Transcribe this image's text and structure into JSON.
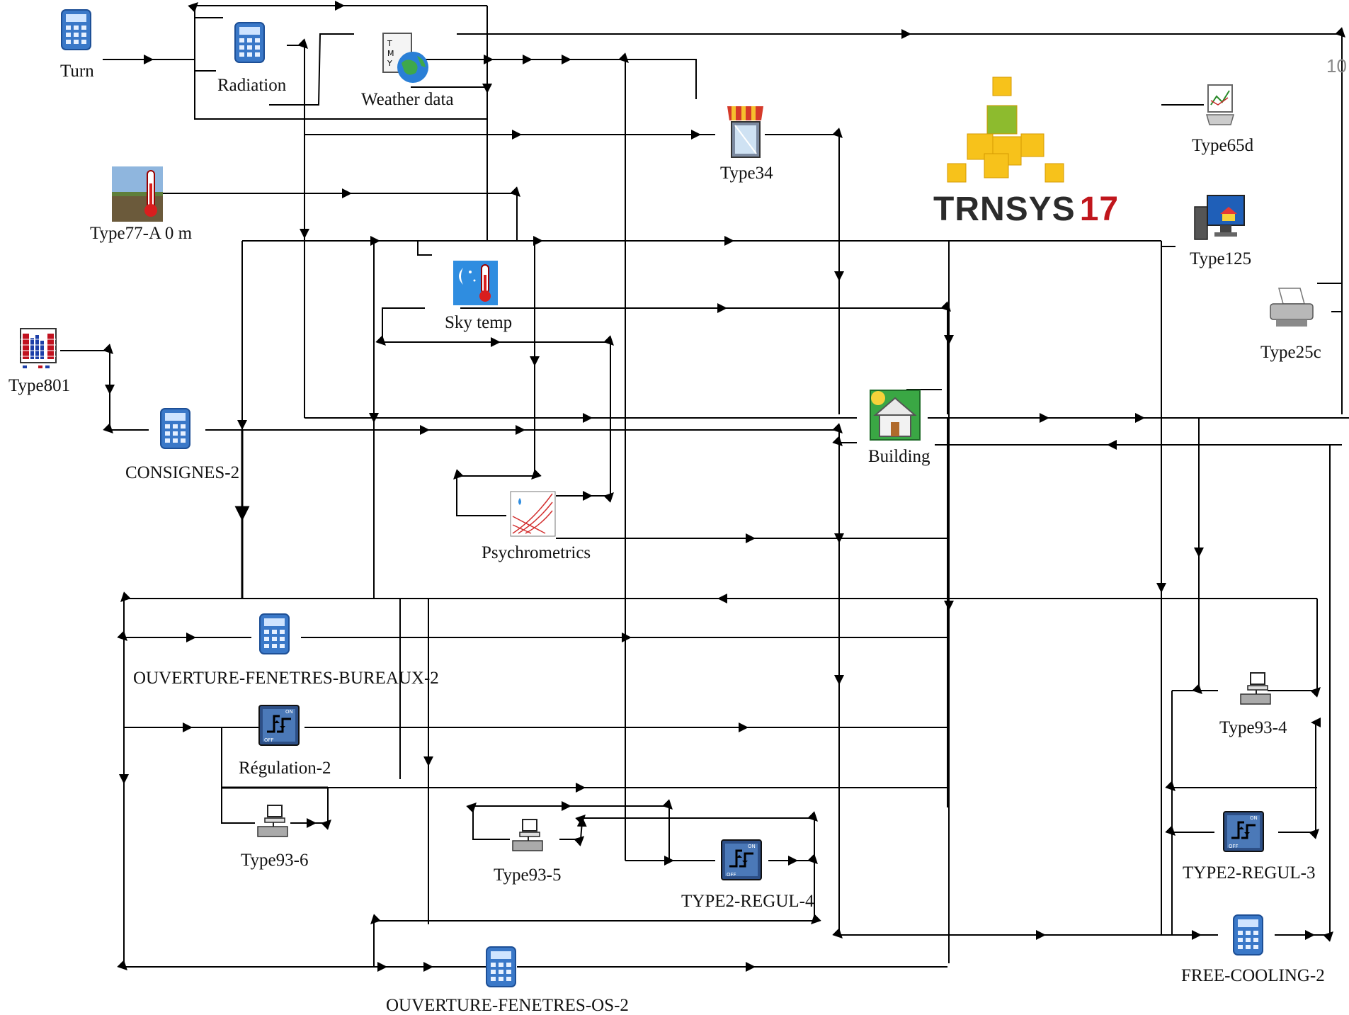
{
  "page_number": "10",
  "logo": {
    "name": "TRNSYS",
    "version": "17",
    "name_color": "#2b2b2b",
    "version_color": "#c0161c"
  },
  "components": {
    "turn": {
      "label": "Turn",
      "icon": "calculator-icon"
    },
    "radiation": {
      "label": "Radiation",
      "icon": "calculator-icon"
    },
    "weather": {
      "label": "Weather data",
      "icon": "weather-globe-icon"
    },
    "type34": {
      "label": "Type34",
      "icon": "window-awning-icon"
    },
    "type77": {
      "label": "Type77-A 0 m",
      "icon": "ground-thermometer-icon"
    },
    "skytemp": {
      "label": "Sky temp",
      "icon": "sky-thermometer-icon"
    },
    "type801": {
      "label": "Type801",
      "icon": "schedule-grid-icon"
    },
    "consignes": {
      "label": "CONSIGNES-2",
      "icon": "calculator-icon"
    },
    "psychro": {
      "label": "Psychrometrics",
      "icon": "psychrometric-chart-icon"
    },
    "building": {
      "label": "Building",
      "icon": "house-icon"
    },
    "type65d": {
      "label": "Type65d",
      "icon": "online-plotter-icon"
    },
    "type125": {
      "label": "Type125",
      "icon": "computer-monitor-icon"
    },
    "type25c": {
      "label": "Type25c",
      "icon": "printer-icon"
    },
    "ouvbur": {
      "label": "OUVERTURE-FENETRES-BUREAUX-2",
      "icon": "calculator-icon"
    },
    "regulation": {
      "label": "Régulation-2",
      "icon": "on-off-controller-icon"
    },
    "type936": {
      "label": "Type93-6",
      "icon": "input-delay-icon"
    },
    "type935": {
      "label": "Type93-5",
      "icon": "input-delay-icon"
    },
    "regul4": {
      "label": "TYPE2-REGUL-4",
      "icon": "on-off-controller-icon"
    },
    "type934": {
      "label": "Type93-4",
      "icon": "input-delay-icon"
    },
    "regul3": {
      "label": "TYPE2-REGUL-3",
      "icon": "on-off-controller-icon"
    },
    "ouvos": {
      "label": "OUVERTURE-FENETRES-OS-2",
      "icon": "calculator-icon"
    },
    "freecool": {
      "label": "FREE-COOLING-2",
      "icon": "calculator-icon"
    }
  },
  "colors": {
    "wire": "#000000",
    "calc_blue": "#3a78c8",
    "controller_bg": "#2d4f86"
  }
}
